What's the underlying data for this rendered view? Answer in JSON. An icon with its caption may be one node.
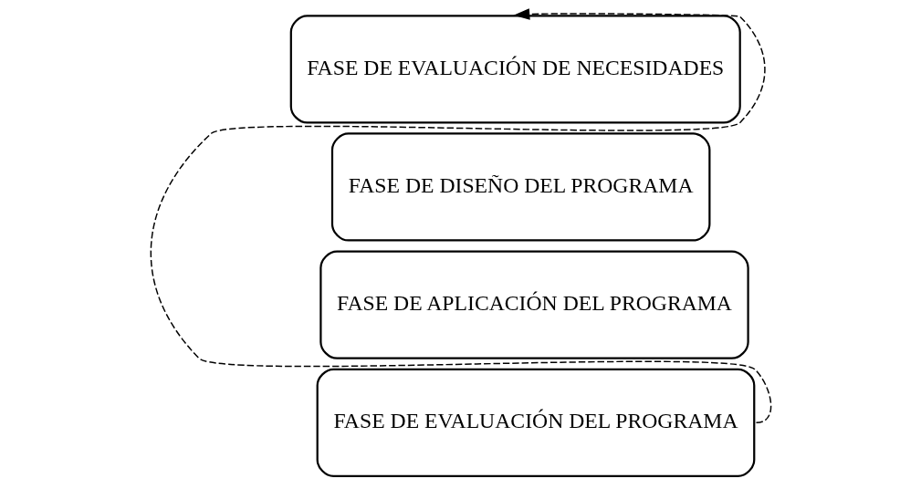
{
  "diagram": {
    "nodes": [
      {
        "text": [
          "FASE DE EVALUACIÓN DE NECESIDADES"
        ]
      },
      {
        "text": [
          "FASE DE DISEÑO DEL PROGRAMA"
        ]
      },
      {
        "text": [
          "FASE DE APLICACIÓN DEL PROGRAMA"
        ]
      },
      {
        "text": [
          "FASE DE EVALUACIÓN DEL PROGRAMA"
        ]
      }
    ],
    "edges": [
      {
        "from": 3,
        "to": 0,
        "arrow": "to",
        "style": "dashed"
      }
    ]
  }
}
